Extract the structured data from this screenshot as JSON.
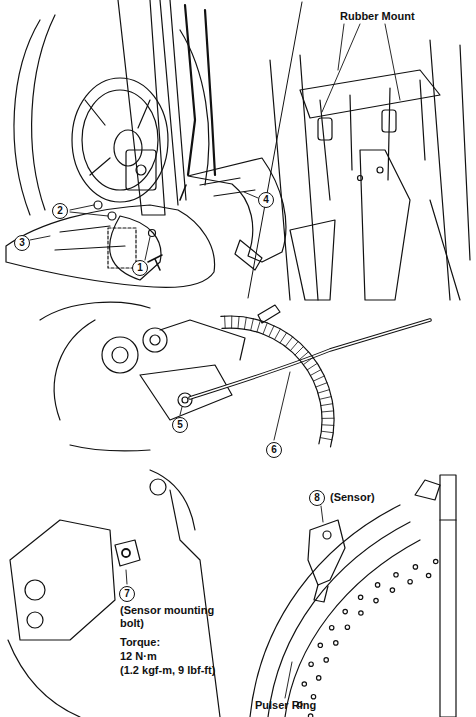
{
  "diagram": {
    "labels": [
      "Rubber Mount",
      "1",
      "2",
      "3",
      "4",
      "5",
      "6",
      "7",
      "(Sensor mounting bolt)",
      "Torque:",
      "12 N·m",
      "(1.2 kgf-m, 9 lbf-ft)",
      "8",
      "(Sensor)",
      "Pulser Ring"
    ]
  }
}
